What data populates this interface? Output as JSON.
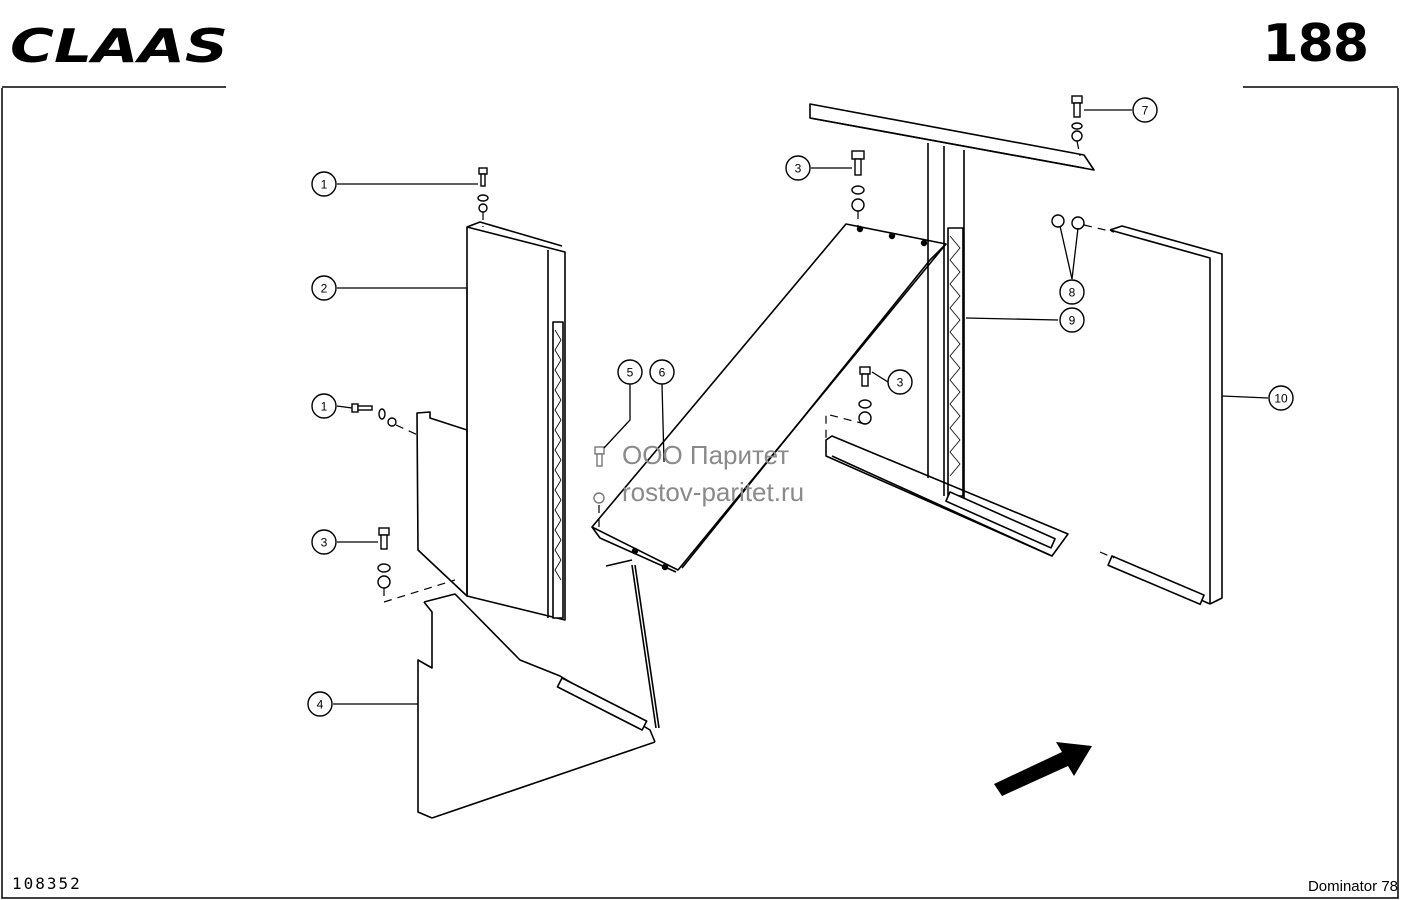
{
  "header": {
    "brand": "CLAAS",
    "page_number": "188"
  },
  "footer": {
    "document_number": "108352",
    "model": "Dominator 78"
  },
  "watermark": {
    "line1": "ООО Паритет",
    "line2": "rostov-paritet.ru"
  },
  "callouts": [
    "1",
    "2",
    "1",
    "3",
    "4",
    "5",
    "6",
    "3",
    "7",
    "8",
    "9",
    "3",
    "10"
  ],
  "colors": {
    "ink": "#000000",
    "watermark": "#8a8a8a"
  },
  "icons": {
    "direction": "direction-arrow-icon"
  }
}
